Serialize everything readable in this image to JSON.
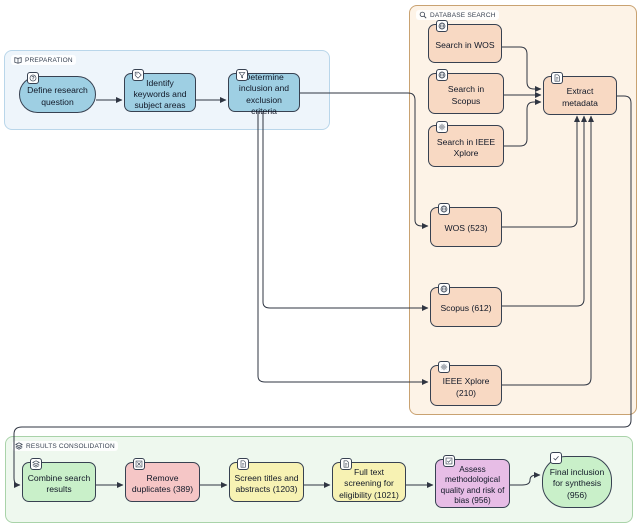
{
  "groups": {
    "preparation": {
      "label": "PREPARATION"
    },
    "database_search": {
      "label": "DATABASE SEARCH"
    },
    "results_consolidation": {
      "label": "RESULTS CONSOLIDATION"
    }
  },
  "nodes": {
    "define": {
      "label": "Define research question",
      "icon": "question-icon"
    },
    "identify": {
      "label": "Identify keywords and subject areas",
      "icon": "tag-icon"
    },
    "determine": {
      "label": "Determine inclusion and exclusion criteria",
      "icon": "filter-icon"
    },
    "search_wos": {
      "label": "Search in WOS",
      "icon": "globe-icon"
    },
    "search_scopus": {
      "label": "Search in Scopus",
      "icon": "globe-icon"
    },
    "search_ieee": {
      "label": "Search in IEEE Xplore",
      "icon": "gear-icon"
    },
    "extract": {
      "label": "Extract metadata",
      "icon": "document-icon"
    },
    "wos": {
      "label": "WOS (523)",
      "icon": "globe-icon"
    },
    "scopus": {
      "label": "Scopus (612)",
      "icon": "globe-icon"
    },
    "ieee": {
      "label": "IEEE Xplore (210)",
      "icon": "gear-icon"
    },
    "combine": {
      "label": "Combine search results",
      "icon": "layers-icon"
    },
    "remove": {
      "label": "Remove duplicates (389)",
      "icon": "x-box-icon"
    },
    "screen": {
      "label": "Screen titles and abstracts (1203)",
      "icon": "document-icon"
    },
    "fulltext": {
      "label": "Full text screening for eligibility (1021)",
      "icon": "document-icon"
    },
    "assess": {
      "label": "Assess methodological quality and risk of bias (956)",
      "icon": "checkbox-icon"
    },
    "final": {
      "label": "Final inclusion for synthesis (956)",
      "icon": "check-icon"
    }
  },
  "colors": {
    "preparation_fill": "#eef5fb",
    "preparation_border": "#b9d6ea",
    "database_fill": "#fdf3e7",
    "database_border": "#c9a271",
    "results_fill": "#eef8ee",
    "results_border": "#a9d3a9",
    "blue_node": "#9ecfe3",
    "peach_node": "#f8d9c3",
    "green_node": "#c9f0c9",
    "red_node": "#f5c6c6",
    "yellow_node": "#f7f2b3",
    "purple_node": "#e7bde6",
    "edge": "#2f3542"
  }
}
